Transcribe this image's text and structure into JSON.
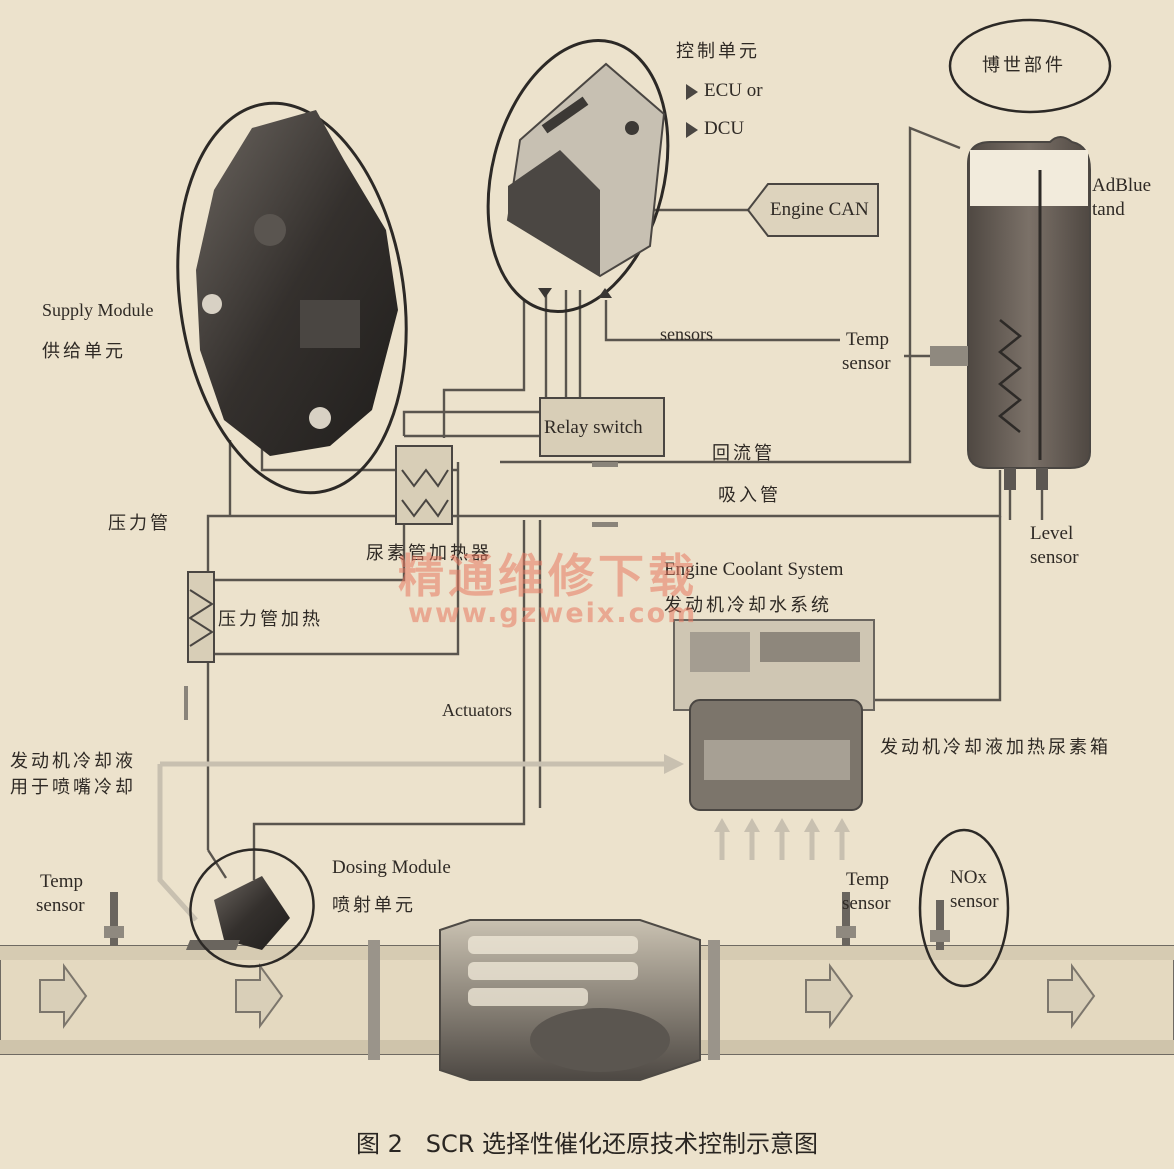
{
  "labels": {
    "control_unit": "控制单元",
    "ecu": "ECU or",
    "dcu": "DCU",
    "bosch_parts": "博世部件",
    "adblue_line1": "AdBlue",
    "adblue_line2": "tand",
    "engine_can": "Engine CAN",
    "supply_module_en": "Supply Module",
    "supply_module_cn": "供给单元",
    "sensors": "sensors",
    "temp_sensor_tank_1": "Temp",
    "temp_sensor_tank_2": "sensor",
    "relay_switch": "Relay switch",
    "return_line": "回流管",
    "suction_line": "吸入管",
    "pressure_line": "压力管",
    "urea_heater": "尿素管加热器",
    "level_sensor_1": "Level",
    "level_sensor_2": "sensor",
    "coolant_system_en": "Engine Coolant System",
    "coolant_system_cn": "发动机冷却水系统",
    "pressure_line_heat": "压力管加热",
    "actuators": "Actuators",
    "coolant_heat_tank": "发动机冷却液加热尿素箱",
    "coolant_nozzle_1": "发动机冷却液",
    "coolant_nozzle_2": "用于喷嘴冷却",
    "dosing_module_en": "Dosing Module",
    "dosing_module_cn": "喷射单元",
    "temp_left_1": "Temp",
    "temp_left_2": "sensor",
    "temp_right_1": "Temp",
    "temp_right_2": "sensor",
    "nox_1": "NOx",
    "nox_2": "sensor"
  },
  "watermark": {
    "cn": "精通维修下载",
    "url": "www.gzweix.com"
  },
  "caption": "图 2   SCR 选择性催化还原技术控制示意图",
  "colors": {
    "background": "#ece2cc",
    "line": "#555049",
    "pipe_fill": "#e6dcc3",
    "pipe_edge": "#6f6a62",
    "module_dark": "#3a3734",
    "tank_liquid": "#6b625a",
    "watermark": "#e87860"
  }
}
